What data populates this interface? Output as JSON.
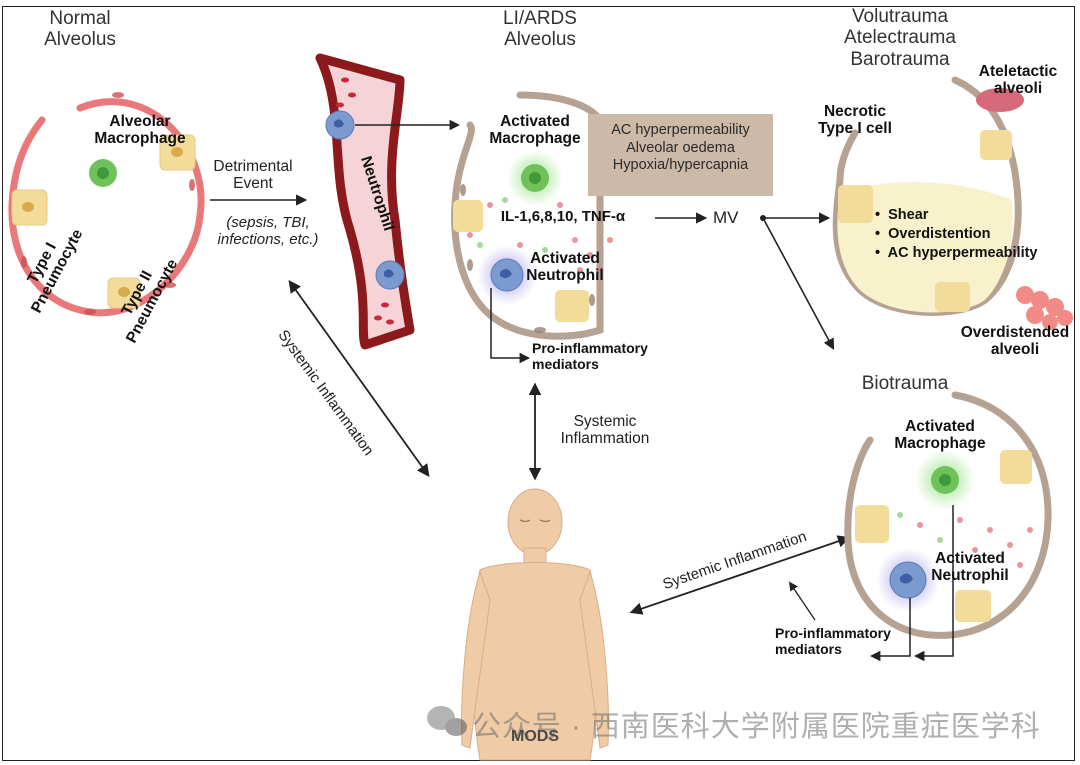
{
  "panels": {
    "normal": {
      "title_line1": "Normal",
      "title_line2": "Alveolus",
      "macrophage_line1": "Alveolar",
      "macrophage_line2": "Macrophage",
      "type1_line1": "Type I",
      "type1_line2": "Pneumocyte",
      "type2_line1": "Type II",
      "type2_line2": "Pneumocyte"
    },
    "event": {
      "line1": "Detrimental",
      "line2": "Event",
      "examples_line1": "(sepsis, TBI,",
      "examples_line2": "infections, etc.)"
    },
    "vessel": {
      "label": "Neutrophil"
    },
    "ards": {
      "title_line1": "LI/ARDS",
      "title_line2": "Alveolus",
      "macrophage_line1": "Activated",
      "macrophage_line2": "Macrophage",
      "cytokines": "IL-1,6,8,10, TNF-α",
      "neutrophil_line1": "Activated",
      "neutrophil_line2": "Neutrophil",
      "mediators_line1": "Pro-inflammatory",
      "mediators_line2": "mediators",
      "effects_box": [
        "AC hyperpermeability",
        "Alveolar oedema",
        "Hypoxia/hypercapnia"
      ]
    },
    "mv": {
      "label": "MV"
    },
    "mechanical": {
      "title_lines": [
        "Volutrauma",
        "Atelectrauma",
        "Barotrauma"
      ],
      "necrotic_line1": "Necrotic",
      "necrotic_line2": "Type I cell",
      "atelectatic_line1": "Ateletactic",
      "atelectatic_line2": "alveoli",
      "bullets": [
        "Shear",
        "Overdistention",
        "AC hyperpermeability"
      ],
      "overdistended_line1": "Overdistended",
      "overdistended_line2": "alveoli"
    },
    "biotrauma": {
      "title": "Biotrauma",
      "macrophage_line1": "Activated",
      "macrophage_line2": "Macrophage",
      "neutrophil_line1": "Activated",
      "neutrophil_line2": "Neutrophil",
      "mediators_line1": "Pro-inflammatory",
      "mediators_line2": "mediators"
    },
    "systemic": {
      "diagonal_label": "Systemic Inflammation",
      "vertical_line1": "Systemic",
      "vertical_line2": "Inflammation",
      "lower_label": "Systemic Inflammation"
    },
    "body": {
      "label": "MODS"
    }
  },
  "watermark": {
    "text": "公众号 · 西南医科大学附属医院重症医学科",
    "icon": "wechat-icon"
  },
  "colors": {
    "alveolus_normal": "#e8787a",
    "alveolus_injured": "#b5a293",
    "vessel_wall": "#8c1a1c",
    "vessel_lumen": "#f6d3d6",
    "macrophage": "#6fc25a",
    "neutrophil": "#7a9ad0",
    "pneumocyte_ii": "#f3dc9a",
    "effects_box": "#cdb9a8",
    "edema_fill": "#f7f1cc",
    "skin": "#efcba6"
  }
}
